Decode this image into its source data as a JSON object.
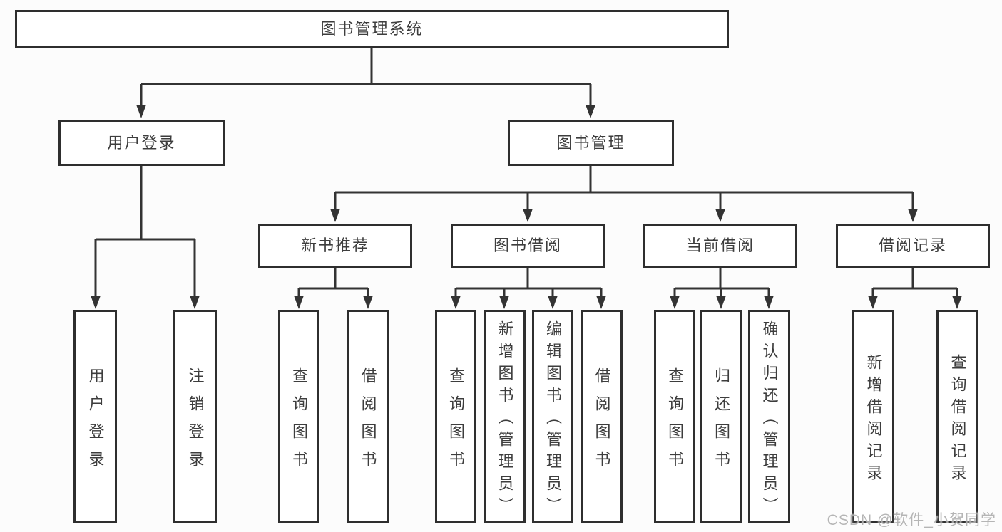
{
  "diagram_title": "图书管理系统",
  "tree": {
    "label": "图书管理系统",
    "children": [
      {
        "label": "用户登录",
        "children": [
          {
            "label": "用户登录"
          },
          {
            "label": "注销登录"
          }
        ]
      },
      {
        "label": "图书管理",
        "children": [
          {
            "label": "新书推荐",
            "children": [
              {
                "label": "查询图书"
              },
              {
                "label": "借阅图书"
              }
            ]
          },
          {
            "label": "图书借阅",
            "children": [
              {
                "label": "查询图书"
              },
              {
                "label": "新增图书（管理员）"
              },
              {
                "label": "编辑图书（管理员）"
              },
              {
                "label": "借阅图书"
              }
            ]
          },
          {
            "label": "当前借阅",
            "children": [
              {
                "label": "查询图书"
              },
              {
                "label": "归还图书"
              },
              {
                "label": "确认归还（管理员）"
              }
            ]
          },
          {
            "label": "借阅记录",
            "children": [
              {
                "label": "新增借阅记录"
              },
              {
                "label": "查询借阅记录"
              }
            ]
          }
        ]
      }
    ]
  },
  "watermark": {
    "text": "CSDN @软件_小贺同学"
  },
  "colors": {
    "line": "#333333",
    "box_border": "#2e2e2e",
    "box_fill": "#ffffff",
    "text": "#3d3d3d",
    "watermark": "#a8a8a8",
    "background": "#fcfcfc"
  }
}
